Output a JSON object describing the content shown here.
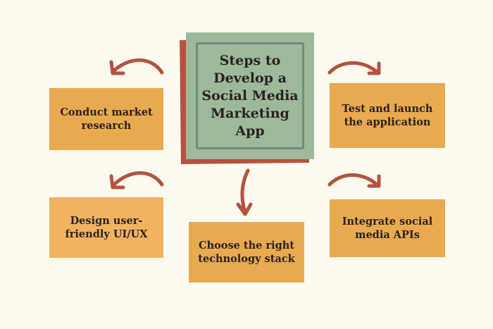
{
  "title": "Steps to Develop a Social Media Marketing App",
  "steps": {
    "market": "Conduct market research",
    "design": "Design user-friendly UI/UX",
    "stack": "Choose the right technology stack",
    "apis": "Integrate social media APIs",
    "launch": "Test and launch the application"
  },
  "colors": {
    "background": "#fdfaf0",
    "box": "#e8a94f",
    "center": "#9db89a",
    "accent": "#b5523f",
    "border": "#6a8f80"
  }
}
